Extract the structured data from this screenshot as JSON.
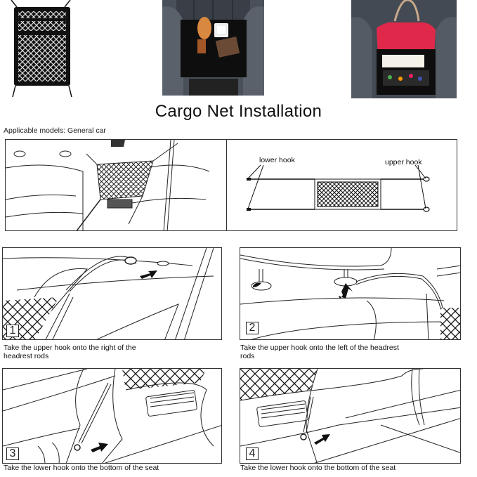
{
  "photos": [
    {
      "name": "cargo-net-product",
      "description": "black cargo net with three pockets"
    },
    {
      "name": "net-installed-with-items",
      "description": "net between front seats holding bread, phone, wallet"
    },
    {
      "name": "net-installed-with-bag",
      "description": "net between front seats holding red bag and snack box"
    }
  ],
  "title": "Cargo Net Installation",
  "applicable_models": "Applicable models:  General car",
  "overview": {
    "lower_hook_label": "lower hook",
    "upper_hook_label": "upper hook"
  },
  "steps": [
    {
      "number": "1",
      "caption_line1": "Take the upper  hook  onto the right of the",
      "caption_line2": "headrest rods"
    },
    {
      "number": "2",
      "caption_line1": "Take the upper hook  onto the left of the headrest",
      "caption_line2": "rods"
    },
    {
      "number": "3",
      "caption_line1": "Take the lower  hook  onto the bottom of the seat",
      "caption_line2": ""
    },
    {
      "number": "4",
      "caption_line1": "Take the lower hook  onto the bottom of the seat",
      "caption_line2": ""
    }
  ],
  "colors": {
    "line": "#222222",
    "net_black": "#111111",
    "seat_gray": "#4a4f57",
    "bag_red": "#e0284a"
  }
}
